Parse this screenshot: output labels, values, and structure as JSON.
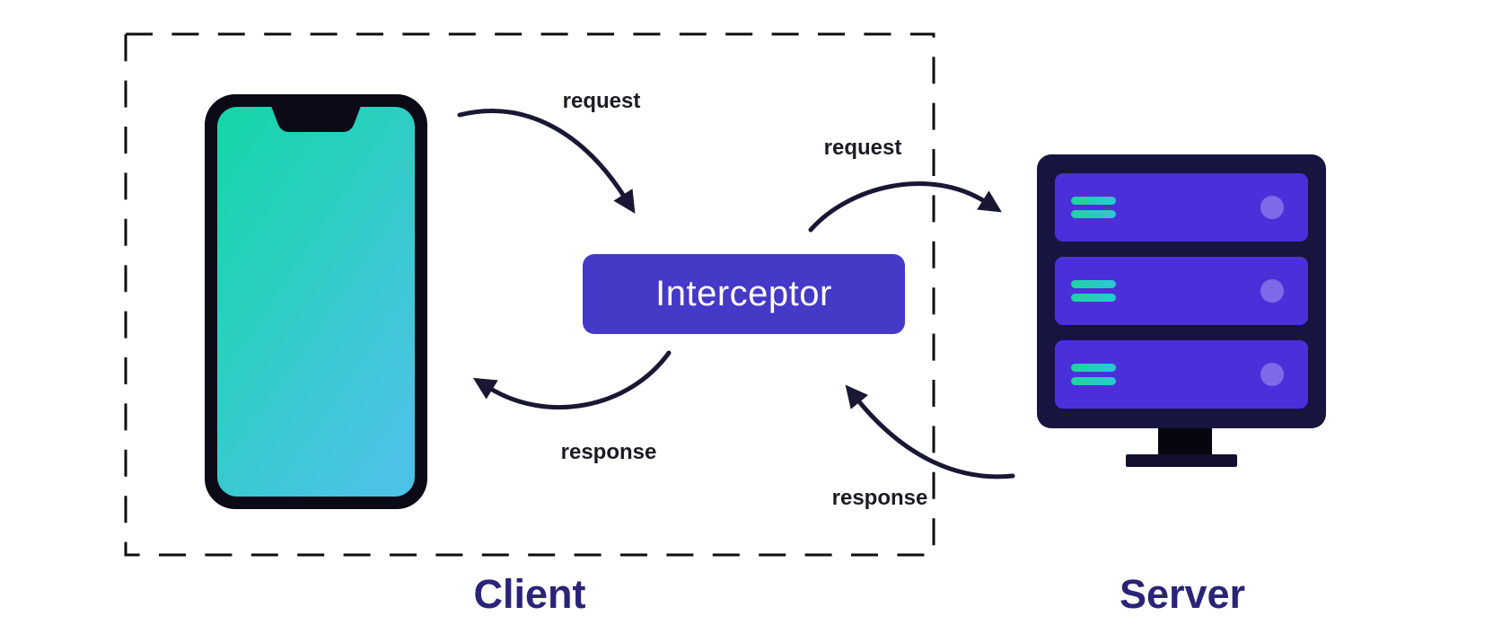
{
  "interceptor": {
    "label": "Interceptor"
  },
  "client": {
    "label": "Client"
  },
  "server": {
    "label": "Server"
  },
  "flows": {
    "client_request_label": "request",
    "server_request_label": "request",
    "client_response_label": "response",
    "server_response_label": "response"
  },
  "icons": [
    "smartphone-icon",
    "server-icon"
  ],
  "colors": {
    "interceptor_bg": "#4539c8",
    "label_navy": "#2b2377",
    "flow_label_color": "#1b1b24",
    "arrow_dark": "#191733",
    "dash_color": "#0d0d0d",
    "phone_frame": "#0c0a16",
    "screen_start": "#13d7a6",
    "screen_end": "#4cc3e6",
    "server_frame": "#171440",
    "server_slab": "#4b30d9",
    "server_led": "#7e6ae9",
    "server_neck": "#07060e",
    "server_base": "#12102e",
    "bar_start": "#1fd3a0",
    "bar_end": "#2cc6d8"
  }
}
